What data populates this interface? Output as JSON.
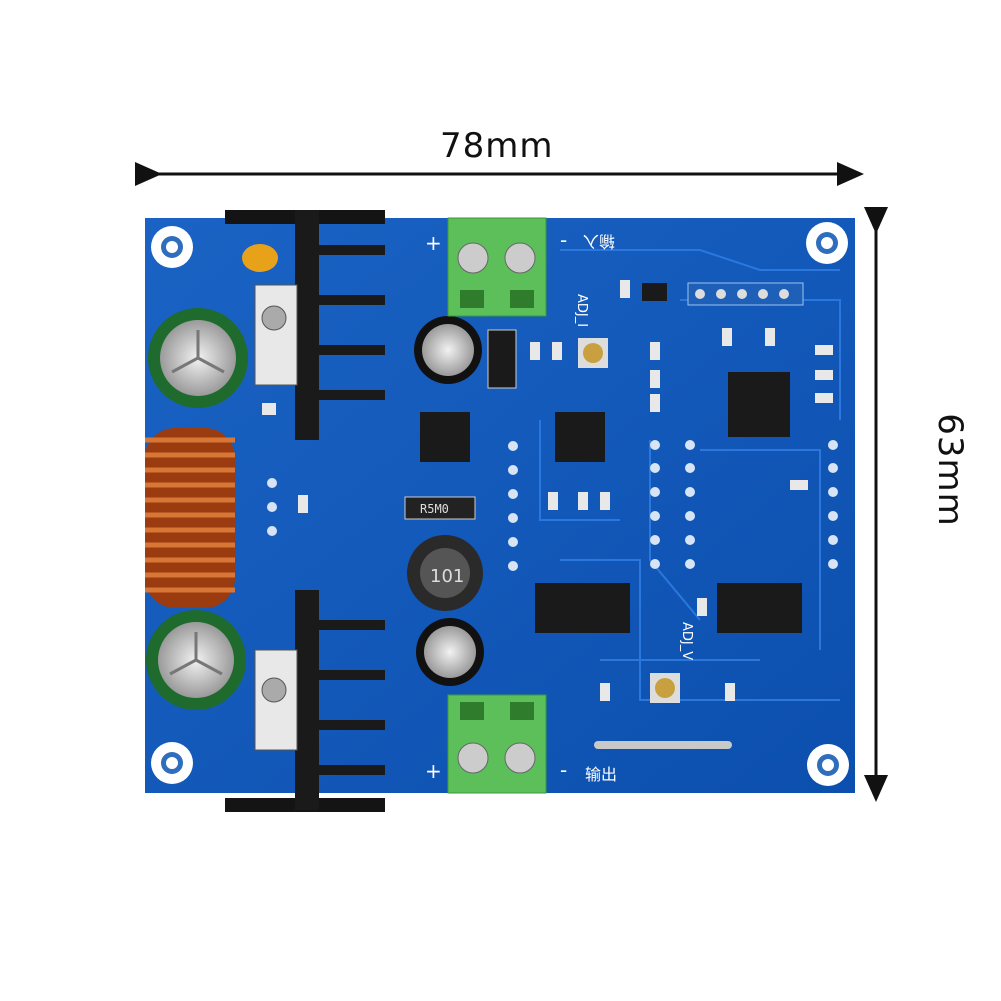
{
  "dimensions": {
    "width": "78mm",
    "height": "63mm"
  },
  "board": {
    "silkscreen": {
      "input_label": "输入",
      "output_label": "输出",
      "plus": "+",
      "minus": "-",
      "adj_current": "ADJ_I",
      "adj_voltage": "ADJ_V",
      "inductor_code": "101",
      "shunt_code": "R5M0"
    }
  }
}
